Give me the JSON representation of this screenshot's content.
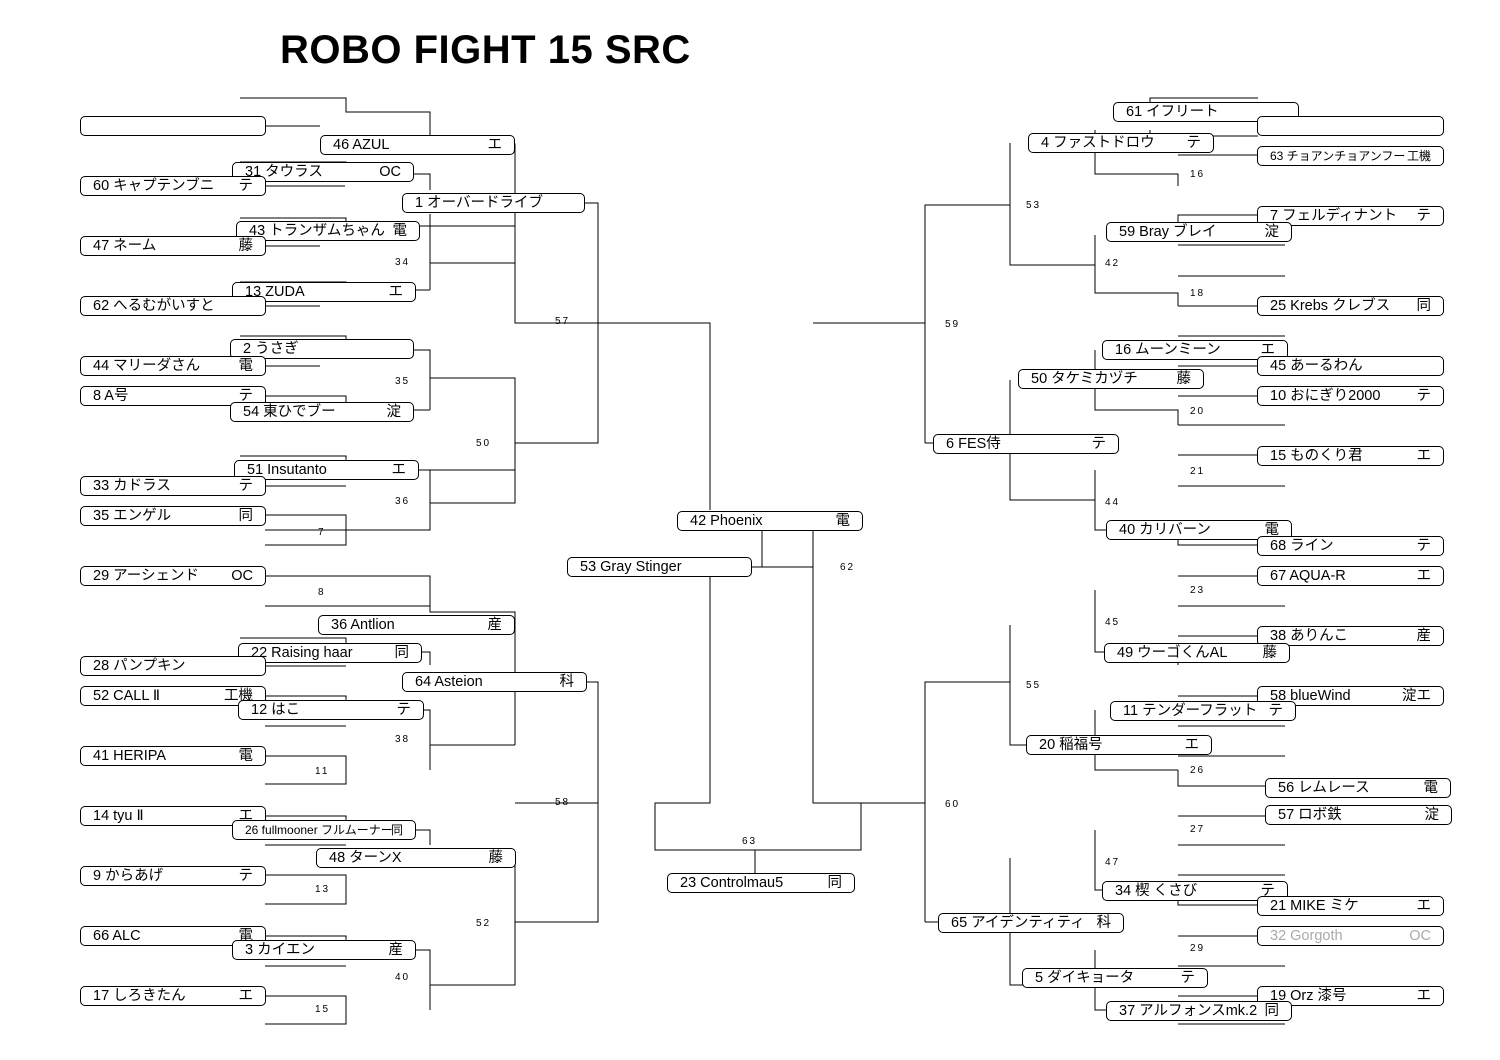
{
  "title": "ROBO FIGHT 15 SRC",
  "teams": {
    "e1": "",
    "e46": "46 AZUL",
    "e31": "31 タウラス",
    "e60": "60 キャプテンブニ",
    "e1b": "1 オーバードライブ",
    "e43": "43 トランザムちゃん",
    "e47": "47 ネーム",
    "e13": "13 ZUDA",
    "e62": "62 へるむがいすと",
    "e2": "2 うさぎ",
    "e44": "44 マリーダさん",
    "e8": "8 A号",
    "e54": "54 東ひでブー",
    "e51": "51 Insutanto",
    "e33": "33 カドラス",
    "e35": "35 エンゲル",
    "e29": "29 アーシェンド",
    "e36": "36 Antlion",
    "e22": "22 Raising haar",
    "e28": "28 パンプキン",
    "e64": "64 Asteion",
    "e52": "52 CALL Ⅱ",
    "e12": "12 はこ",
    "e41": "41 HERIPA",
    "e14": "14 tyu Ⅱ",
    "e26": "26 fullmooner フルムーナー",
    "e48": "48 ターンX",
    "e9": "9 からあげ",
    "e66": "66 ALC",
    "e3": "3 カイエン",
    "e17": "17 しろきたん",
    "c42": "42 Phoenix",
    "c53": "53 Gray Stinger",
    "c23": "23 Controlmau5",
    "w61": "61 イフリート",
    "w4": "4 ファストドロウ",
    "w63": "63 チョアンチョアンフー",
    "w7": "7 フェルディナント",
    "w59": "59 Bray ブレイ",
    "w25": "25 Krebs クレブス",
    "w16": "16 ムーンミーン",
    "w45": "45 あーるわん",
    "w50": "50 タケミカヅチ",
    "w10": "10 おにぎり2000",
    "w6": "6 FES侍",
    "w15": "15 ものくり君",
    "w40": "40 カリバーン",
    "w68": "68 ライン",
    "w67": "67 AQUA-R",
    "w38": "38 ありんこ",
    "w49": "49 ウーゴくんAL",
    "w58": "58 blueWind",
    "w11": "11 テンダーフラット",
    "w20": "20 稲福号",
    "w56": "56 レムレース",
    "w57": "57 ロボ鉄",
    "w34": "34 楔 くさび",
    "w21": "21 MIKE ミケ",
    "w65": "65 アイデンティティ",
    "w32": "32 Gorgoth",
    "w5": "5 ダイキョータ",
    "w19": "19 Orz 漆号",
    "w37": "37 アルフォンスmk.2"
  },
  "schools": {
    "e46": "エ",
    "e31": "OC",
    "e60": "テ",
    "e43": "電",
    "e47": "藤",
    "e13": "エ",
    "e2": "",
    "e44": "電",
    "e8": "テ",
    "e54": "淀",
    "e51": "エ",
    "e33": "テ",
    "e35": "同",
    "e29": "OC",
    "e36": "産",
    "e22": "同",
    "e64": "科",
    "e52": "工機",
    "e12": "テ",
    "e41": "電",
    "e14": "エ",
    "e26": "同",
    "e48": "藤",
    "e9": "テ",
    "e66": "電",
    "e3": "産",
    "e17": "エ",
    "c42": "電",
    "c23": "同",
    "w4": "テ",
    "w63": "工機",
    "w7": "テ",
    "w59": "淀",
    "w25": "同",
    "w16": "エ",
    "w50": "藤",
    "w10": "テ",
    "w6": "テ",
    "w15": "エ",
    "w40": "電",
    "w68": "テ",
    "w67": "エ",
    "w38": "産",
    "w49": "藤",
    "w58": "淀エ",
    "w11": "テ",
    "w20": "エ",
    "w56": "電",
    "w57": "淀",
    "w34": "テ",
    "w21": "エ",
    "w65": "科",
    "w32": "OC",
    "w5": "テ",
    "w19": "エ",
    "w37": "同"
  },
  "matches": {
    "m57": "57",
    "m34": "34",
    "m35": "35",
    "m50": "50",
    "m36": "36",
    "m7": "7",
    "m8": "8",
    "m58": "58",
    "m38": "38",
    "m11": "11",
    "m13": "13",
    "m52": "52",
    "m40": "40",
    "m15": "15",
    "m62": "62",
    "m63": "63",
    "m59": "59",
    "m53": "53",
    "m16": "16",
    "m42": "42",
    "m18": "18",
    "m20": "20",
    "m21": "21",
    "m44": "44",
    "m23": "23",
    "m45": "45",
    "m55": "55",
    "m26": "26",
    "m60": "60",
    "m27": "27",
    "m47": "47",
    "m29": "29"
  }
}
